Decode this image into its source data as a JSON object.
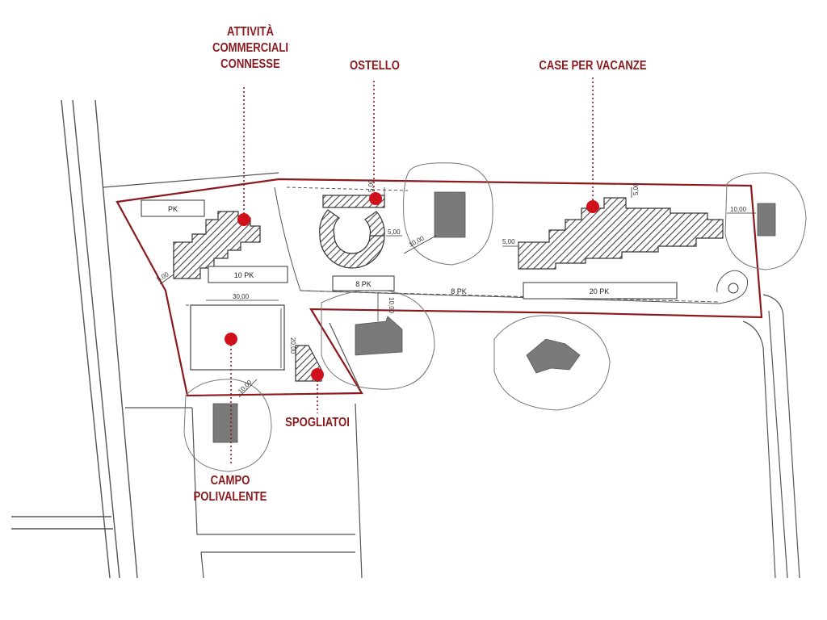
{
  "labels": {
    "attivita": [
      "ATTIVITÀ",
      "COMMERCIALI",
      "CONNESSE"
    ],
    "ostello": [
      "OSTELLO"
    ],
    "case": [
      "CASE PER VACANZE"
    ],
    "spogliatoi": [
      "SPOGLIATOI"
    ],
    "campo": [
      "CAMPO",
      "POLIVALENTE"
    ]
  },
  "parking": {
    "pk_top": "PK",
    "pk_10": "10  PK",
    "pk_8a": "8  PK",
    "pk_8b": "8  PK",
    "pk_20": "20  PK"
  },
  "dimensions": {
    "d1": "5,00",
    "d2": "5,00",
    "d3": "5,00",
    "d4": "10,00",
    "d5": "5,00",
    "d6": "5,00",
    "d7": "10,00",
    "d8": "10,00",
    "d9": "30,00",
    "d10": "20,00",
    "d11": "10,00"
  },
  "colors": {
    "boundary": "#8a1a1e",
    "marker": "#d0101a",
    "building": "#7a7a7a",
    "hatch": "#444444",
    "line": "#555555"
  }
}
